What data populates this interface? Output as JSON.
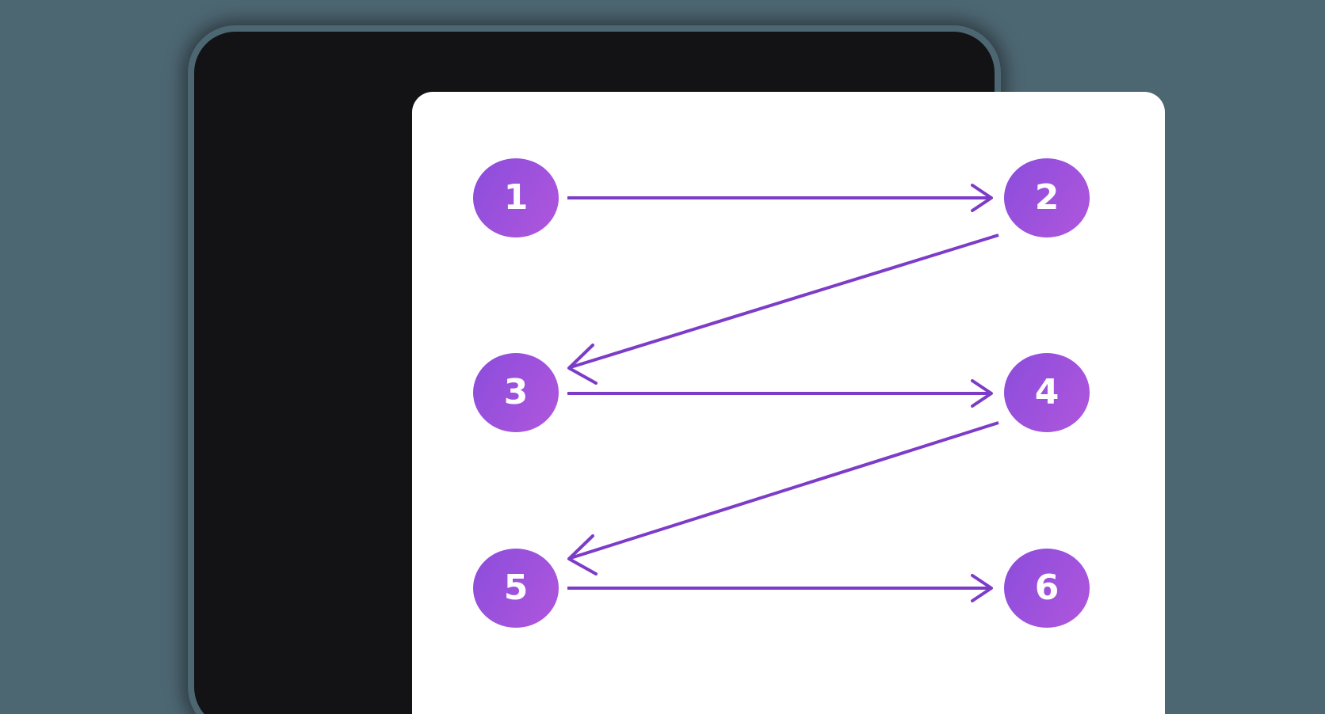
{
  "scene": {
    "background_color": "#4d6772",
    "device": {
      "bezel_color": "#131315",
      "screen_color": "#ffffff"
    }
  },
  "diagram": {
    "type": "flow-graph",
    "title": "",
    "node_gradient_from": "#8b4ddb",
    "node_gradient_to": "#b056dd",
    "node_label_color": "#ffffff",
    "edge_color": "#7d3cc8",
    "edge_width": 4,
    "nodes": [
      {
        "id": "1",
        "label": "1",
        "row": 0,
        "col": 0
      },
      {
        "id": "2",
        "label": "2",
        "row": 0,
        "col": 1
      },
      {
        "id": "3",
        "label": "3",
        "row": 1,
        "col": 0
      },
      {
        "id": "4",
        "label": "4",
        "row": 1,
        "col": 1
      },
      {
        "id": "5",
        "label": "5",
        "row": 2,
        "col": 0
      },
      {
        "id": "6",
        "label": "6",
        "row": 2,
        "col": 1
      }
    ],
    "edges": [
      {
        "from": "1",
        "to": "2",
        "direction": "right",
        "style": "straight"
      },
      {
        "from": "2",
        "to": "3",
        "direction": "down-left",
        "style": "diagonal"
      },
      {
        "from": "3",
        "to": "4",
        "direction": "right",
        "style": "straight"
      },
      {
        "from": "4",
        "to": "5",
        "direction": "down-left",
        "style": "diagonal"
      },
      {
        "from": "5",
        "to": "6",
        "direction": "right",
        "style": "straight"
      }
    ]
  }
}
